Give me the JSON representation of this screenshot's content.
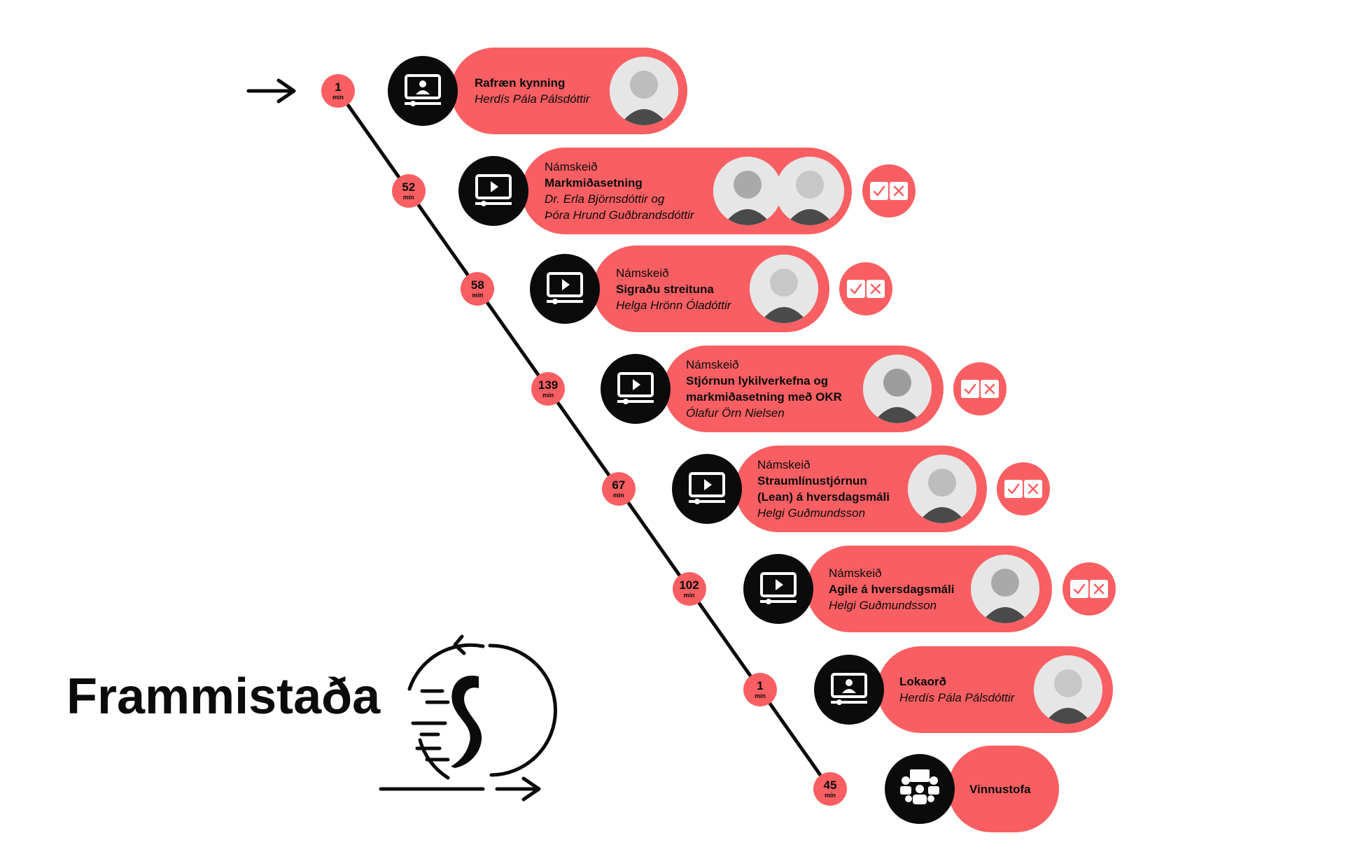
{
  "brand": {
    "title": "Frammistaða"
  },
  "unit": "mín",
  "sessions": [
    {
      "duration": "1",
      "icon": "presentation-icon",
      "kicker": "",
      "title_lines": [
        "Rafræn kynning"
      ],
      "author_lines": [
        "Herdís Pála Pálsdóttir"
      ],
      "has_checkbox": false,
      "avatars": 1
    },
    {
      "duration": "52",
      "icon": "video-play-icon",
      "kicker": "Námskeið",
      "title_lines": [
        "Markmiðasetning"
      ],
      "author_lines": [
        "Dr. Erla Björnsdóttir og",
        "Þóra Hrund Guðbrandsdóttir"
      ],
      "has_checkbox": true,
      "avatars": 2
    },
    {
      "duration": "58",
      "icon": "video-play-icon",
      "kicker": "Námskeið",
      "title_lines": [
        "Sigraðu streituna"
      ],
      "author_lines": [
        "Helga Hrönn Óladóttir"
      ],
      "has_checkbox": true,
      "avatars": 1
    },
    {
      "duration": "139",
      "icon": "video-play-icon",
      "kicker": "Námskeið",
      "title_lines": [
        "Stjórnun lykilverkefna og",
        "markmiðasetning með OKR"
      ],
      "author_lines": [
        "Ólafur Örn Nielsen"
      ],
      "has_checkbox": true,
      "avatars": 1
    },
    {
      "duration": "67",
      "icon": "video-play-icon",
      "kicker": "Námskeið",
      "title_lines": [
        "Straumlínustjórnun",
        "(Lean) á hversdagsmáli"
      ],
      "author_lines": [
        "Helgi Guðmundsson"
      ],
      "has_checkbox": true,
      "avatars": 1
    },
    {
      "duration": "102",
      "icon": "video-play-icon",
      "kicker": "Námskeið",
      "title_lines": [
        "Agile á hversdagsmáli"
      ],
      "author_lines": [
        "Helgi Guðmundsson"
      ],
      "has_checkbox": true,
      "avatars": 1
    },
    {
      "duration": "1",
      "icon": "presentation-icon",
      "kicker": "",
      "title_lines": [
        "Lokaorð"
      ],
      "author_lines": [
        "Herdís Pála Pálsdóttir"
      ],
      "has_checkbox": false,
      "avatars": 1
    },
    {
      "duration": "45",
      "icon": "workshop-group-icon",
      "kicker": "",
      "title_lines": [
        "Vinnustofa"
      ],
      "author_lines": [],
      "has_checkbox": false,
      "avatars": 0
    }
  ],
  "colors": {
    "accent": "#f95f62",
    "dark": "#0b0b0b",
    "background": "#ffffff"
  }
}
